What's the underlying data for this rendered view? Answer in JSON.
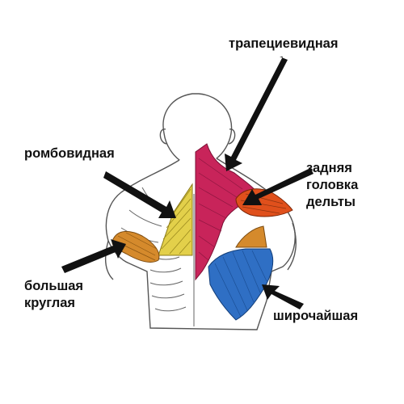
{
  "labels": {
    "trapezius": "трапециевидная",
    "rhomboid": "ромбовидная",
    "rear_delt": [
      "задняя",
      "головка",
      "дельты"
    ],
    "teres_major": [
      "большая",
      "круглая"
    ],
    "latissimus": "широчайшая"
  },
  "colors": {
    "trapezius": "#c8245a",
    "rhomboid": "#e3d04a",
    "rear_delt": "#e0501c",
    "teres_major": "#d58a2c",
    "latissimus": "#2f6fc4",
    "outline": "#555555",
    "arrow": "#111111"
  }
}
